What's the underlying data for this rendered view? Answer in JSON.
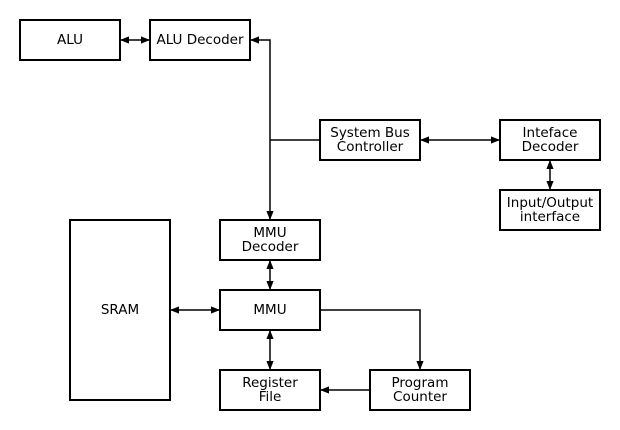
{
  "diagram": {
    "nodes": {
      "alu": "ALU",
      "alu_decoder": "ALU Decoder",
      "system_bus_controller": "System Bus\nController",
      "interface_decoder": "Inteface\nDecoder",
      "io_interface": "Input/Output\ninterface",
      "mmu_decoder": "MMU\nDecoder",
      "sram": "SRAM",
      "mmu": "MMU",
      "register_file": "Register\nFile",
      "program_counter": "Program\nCounter"
    },
    "connections": [
      {
        "from": "ALU",
        "to": "ALU Decoder",
        "kind": "bidirectional"
      },
      {
        "from": "ALU Decoder",
        "to": "MMU Decoder",
        "kind": "bidirectional"
      },
      {
        "from": "System Bus Controller",
        "to": "MMU Decoder bus",
        "kind": "undirected"
      },
      {
        "from": "System Bus Controller",
        "to": "Inteface Decoder",
        "kind": "bidirectional"
      },
      {
        "from": "Inteface Decoder",
        "to": "Input/Output interface",
        "kind": "bidirectional"
      },
      {
        "from": "MMU Decoder",
        "to": "MMU",
        "kind": "bidirectional"
      },
      {
        "from": "SRAM",
        "to": "MMU",
        "kind": "bidirectional"
      },
      {
        "from": "MMU",
        "to": "Register File",
        "kind": "bidirectional"
      },
      {
        "from": "MMU",
        "to": "Program Counter",
        "kind": "directed"
      },
      {
        "from": "Program Counter",
        "to": "Register File",
        "kind": "directed"
      }
    ],
    "colors": {
      "line": "#000000",
      "box_border": "#000000",
      "background": "#ffffff"
    }
  }
}
